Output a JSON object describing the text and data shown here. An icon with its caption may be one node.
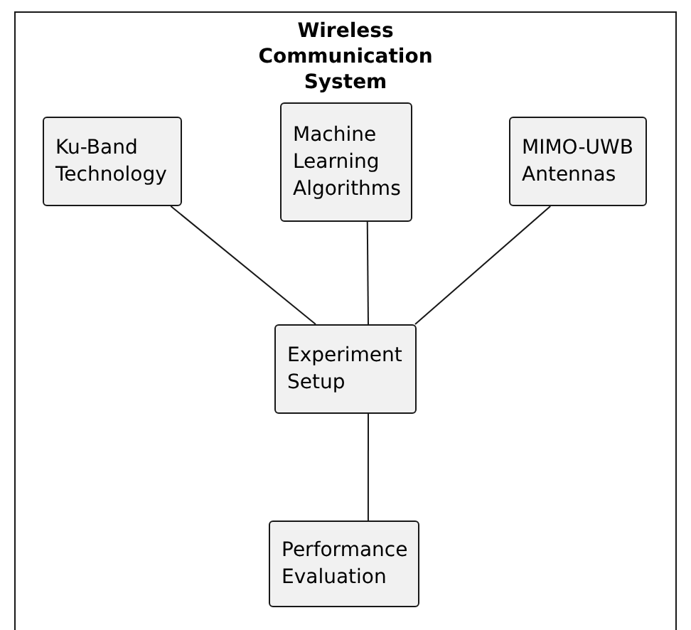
{
  "diagram": {
    "nodes": [
      {
        "text": [
          "Wireless Communication System"
        ]
      },
      {
        "text": [
          "Ku-Band Technology"
        ],
        "in": 0
      },
      {
        "text": [
          "Machine Learning Algorithms"
        ],
        "in": 0
      },
      {
        "text": [
          "MIMO-UWB Antennas"
        ],
        "in": 0
      },
      {
        "text": [
          "Experiment Setup"
        ],
        "in": 0
      },
      {
        "text": [
          "Performance Evaluation"
        ],
        "in": 0
      }
    ],
    "edges": [
      {
        "from": 1,
        "to": 4,
        "arrow": "none"
      },
      {
        "from": 2,
        "to": 4,
        "arrow": "none"
      },
      {
        "from": 3,
        "to": 4,
        "arrow": "none"
      },
      {
        "from": 4,
        "to": 5,
        "arrow": "none"
      }
    ]
  }
}
